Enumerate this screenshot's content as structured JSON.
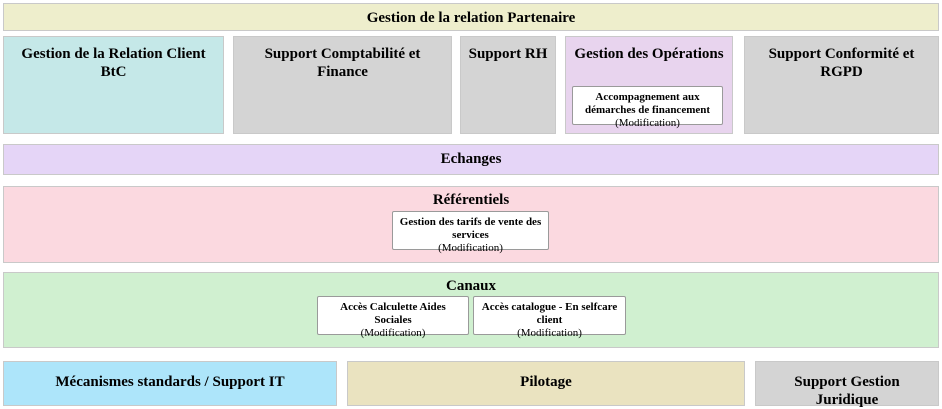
{
  "diagram": {
    "title": "Gestion de la relation Partenaire",
    "modification_label": "(Modification)",
    "colors": {
      "header_band": "#eeeecc",
      "client_block": "#c5e8e8",
      "support_block": "#d4d4d4",
      "operations_block": "#e8d4ee",
      "echanges_band": "#e5d5f7",
      "referentiels_band": "#fbd9e0",
      "canaux_band": "#d0f0d0",
      "mecanismes_block": "#ade5fa",
      "pilotage_block": "#eae3c0",
      "border": "#c9c9c9"
    },
    "header": {
      "label": "Gestion de la relation Partenaire"
    },
    "domains": [
      {
        "label": "Gestion de la Relation Client BtC",
        "cards": []
      },
      {
        "label": "Support Comptabilité et Finance",
        "cards": []
      },
      {
        "label": "Support RH",
        "cards": []
      },
      {
        "label": "Gestion des Opérations",
        "cards": [
          {
            "title": "Accompagnement aux démarches de financement",
            "state": "(Modification)"
          }
        ]
      },
      {
        "label": "Support Conformité et RGPD",
        "cards": []
      }
    ],
    "echanges": {
      "label": "Echanges",
      "cards": []
    },
    "referentiels": {
      "label": "Référentiels",
      "cards": [
        {
          "title": "Gestion des tarifs de vente des services",
          "state": "(Modification)"
        }
      ]
    },
    "canaux": {
      "label": "Canaux",
      "cards": [
        {
          "title": "Accès Calculette Aides Sociales",
          "state": "(Modification)"
        },
        {
          "title": "Accès catalogue - En selfcare client",
          "state": "(Modification)"
        }
      ]
    },
    "footer": [
      {
        "label": "Mécanismes standards / Support IT"
      },
      {
        "label": "Pilotage"
      },
      {
        "label": "Support Gestion Juridique"
      }
    ]
  }
}
